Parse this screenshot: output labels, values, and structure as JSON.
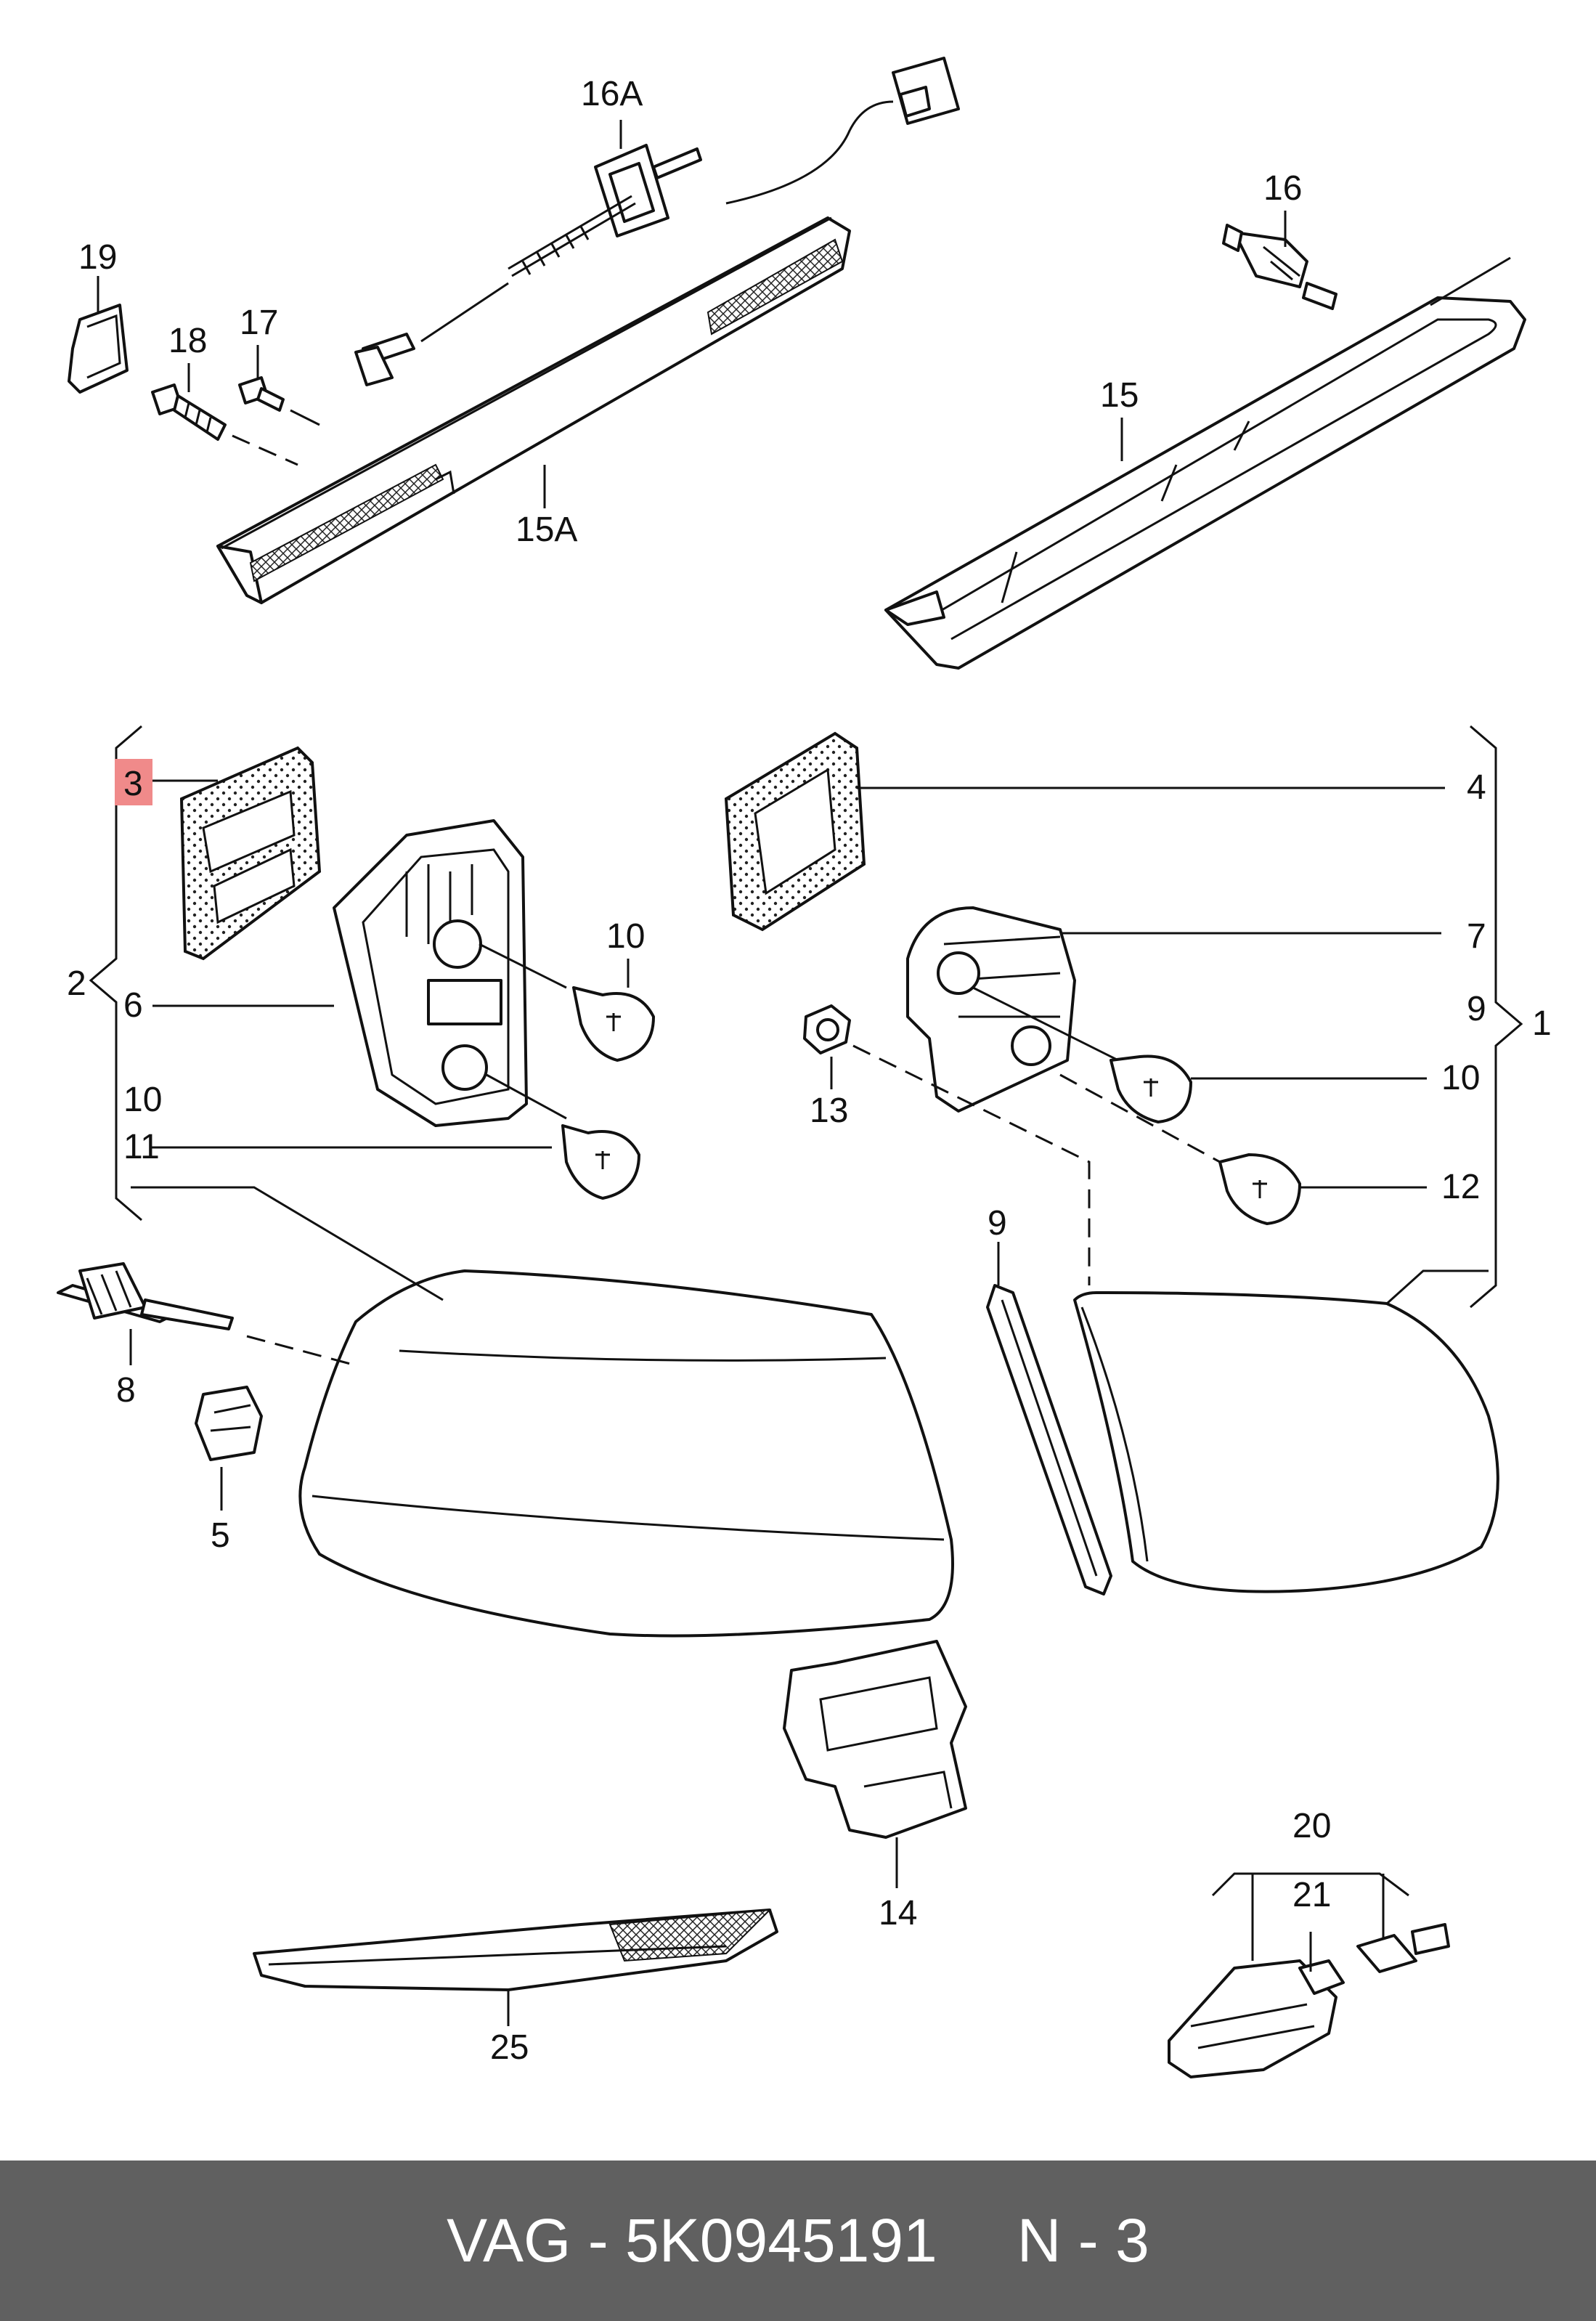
{
  "callouts": {
    "c1": "1",
    "c2": "2",
    "c3": "3",
    "c4": "4",
    "c5": "5",
    "c6": "6",
    "c7": "7",
    "c8": "8",
    "c9a": "9",
    "c9b": "9",
    "c10a": "10",
    "c10b": "10",
    "c10c": "10",
    "c11": "11",
    "c12": "12",
    "c13": "13",
    "c14": "14",
    "c15": "15",
    "c15a": "15A",
    "c16": "16",
    "c16a": "16A",
    "c17": "17",
    "c18": "18",
    "c19": "19",
    "c20": "20",
    "c21": "21",
    "c25": "25"
  },
  "highlight_color": "#f08a8a",
  "footer": {
    "brand": "VAG",
    "dash": "-",
    "part_number": "5K0945191",
    "position_label": "N - 3",
    "background_color": "#606060"
  }
}
